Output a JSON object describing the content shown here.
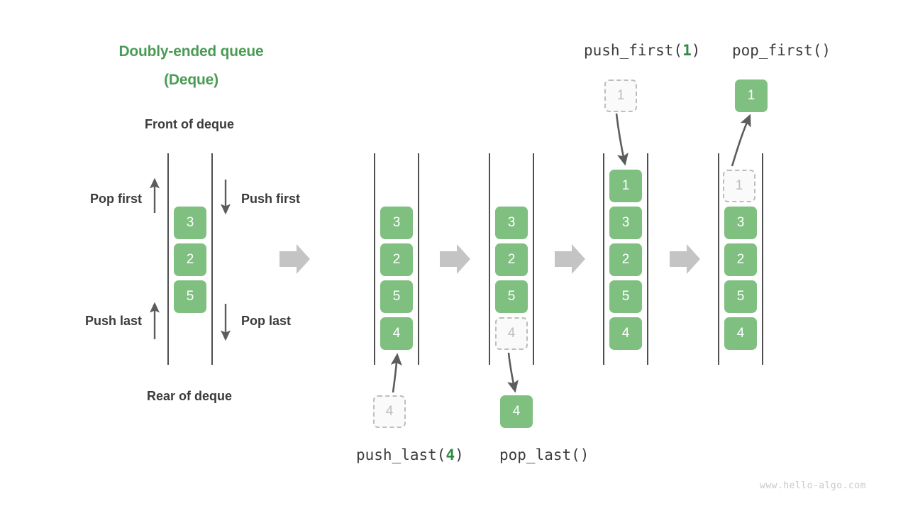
{
  "title": {
    "line1": "Doubly-ended queue",
    "line2": "(Deque)"
  },
  "labels": {
    "front": "Front of deque",
    "rear": "Rear of deque",
    "pop_first": "Pop first",
    "push_first": "Push first",
    "push_last": "Push last",
    "pop_last": "Pop last"
  },
  "operations": {
    "push_first": {
      "name": "push_first(",
      "arg": "1",
      "close": ")"
    },
    "pop_first": {
      "name": "pop_first()",
      "arg": "",
      "close": ""
    },
    "push_last": {
      "name": "push_last(",
      "arg": "4",
      "close": ")"
    },
    "pop_last": {
      "name": "pop_last()",
      "arg": "",
      "close": ""
    }
  },
  "colors": {
    "accent_green": "#4a9b54",
    "cell_green": "#7fc080",
    "ghost_gray": "#bdbdbd",
    "rail_gray": "#4f4f4f",
    "block_arrow_gray": "#c4c4c4",
    "text_dark": "#3b3b3b",
    "watermark_gray": "#c9c9c9"
  },
  "panels": [
    {
      "id": "panel-legend",
      "name": "deque-legend",
      "cells": [
        "3",
        "2",
        "5"
      ]
    },
    {
      "id": "panel-push-last",
      "name": "deque-push-last",
      "cells": [
        "3",
        "2",
        "5",
        "4"
      ],
      "detached": {
        "value": "4",
        "state": "ghost"
      }
    },
    {
      "id": "panel-pop-last",
      "name": "deque-pop-last",
      "cells": [
        "3",
        "2",
        "5"
      ],
      "removed": {
        "value": "4",
        "state": "ghost"
      },
      "detached": {
        "value": "4",
        "state": "solid"
      }
    },
    {
      "id": "panel-push-first",
      "name": "deque-push-first",
      "cells": [
        "1",
        "3",
        "2",
        "5",
        "4"
      ],
      "detached": {
        "value": "1",
        "state": "ghost"
      }
    },
    {
      "id": "panel-pop-first",
      "name": "deque-pop-first",
      "cells": [
        "3",
        "2",
        "5",
        "4"
      ],
      "removed": {
        "value": "1",
        "state": "ghost"
      },
      "detached": {
        "value": "1",
        "state": "solid"
      }
    }
  ],
  "watermark": "www.hello-algo.com"
}
